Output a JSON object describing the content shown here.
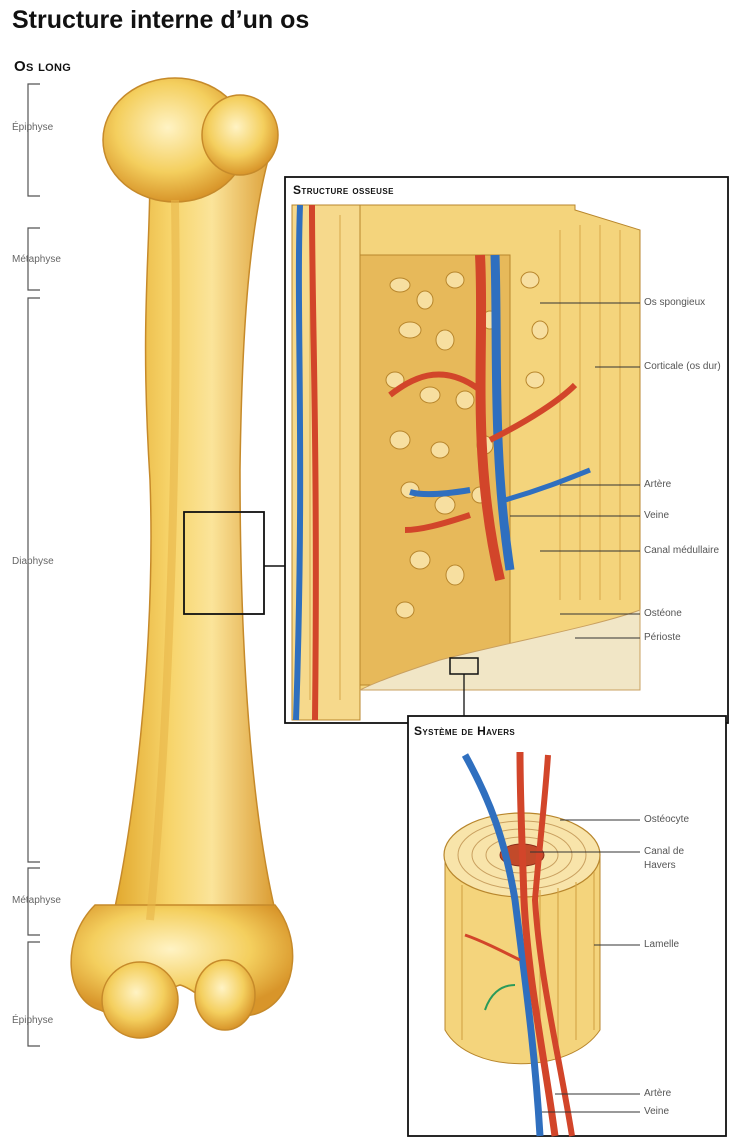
{
  "title": "Structure interne d’un os",
  "subtitle": "Os long",
  "bone_segments": [
    "Épiphyse",
    "Métaphyse",
    "Diaphyse",
    "Métaphyse",
    "Épiphyse"
  ],
  "panel_structure": {
    "title": "Structure osseuse",
    "labels": [
      "Os spongieux",
      "Corticale (os dur)",
      "Artère",
      "Veine",
      "Canal médullaire",
      "Ostéone",
      "Périoste"
    ]
  },
  "panel_havers": {
    "title": "Système de Havers",
    "labels": [
      "Ostéocyte",
      "Canal de Havers",
      "Lamelle",
      "Artère",
      "Veine"
    ]
  },
  "colors": {
    "bone": "#f2c24a",
    "bone_light": "#fbe08a",
    "artery": "#d2452a",
    "vein": "#2f6fbf"
  }
}
